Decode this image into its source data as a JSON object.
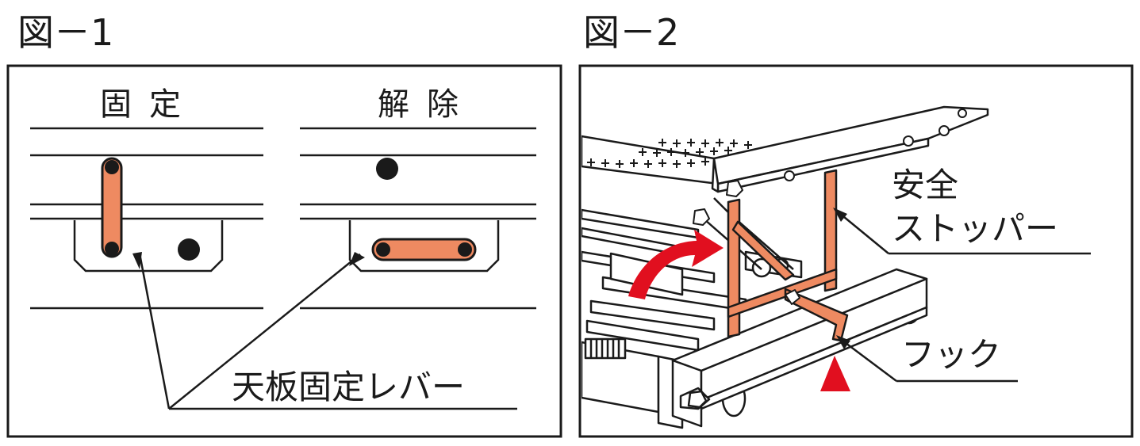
{
  "figures": [
    {
      "title": "図－1",
      "states": {
        "fixed": "固定",
        "released": "解除"
      },
      "callout": "天板固定レバー"
    },
    {
      "title": "図－2",
      "callouts": {
        "stopper_line1": "安全",
        "stopper_line2": "ストッパー",
        "hook": "フック"
      }
    }
  ],
  "colors": {
    "lever": "#ee8a61",
    "stopper": "#ee8a61",
    "arrow_red": "#e10f1f",
    "ink": "#1a1a1a"
  }
}
